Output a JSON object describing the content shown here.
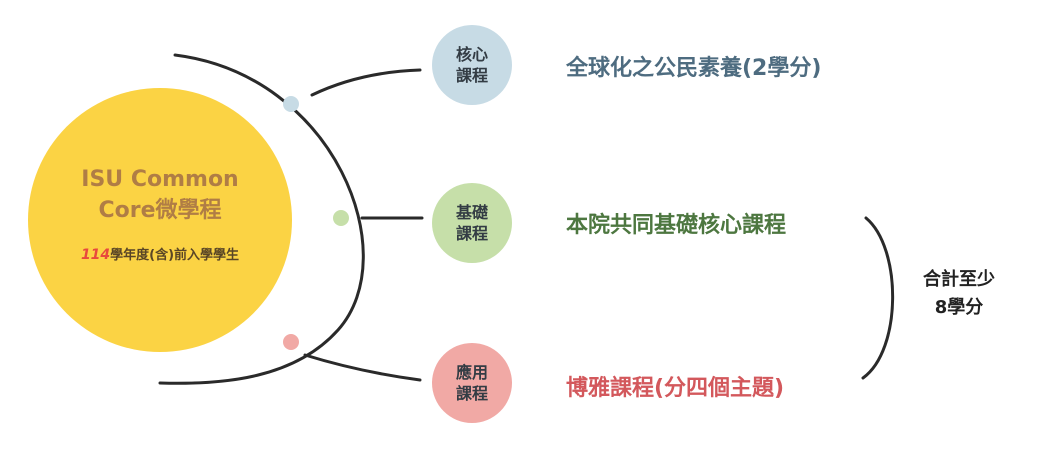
{
  "colors": {
    "main": "#fbd344",
    "core": "#c7dbe5",
    "base": "#c6dfa9",
    "app": "#f1a9a5",
    "core_text": "#4e6c80",
    "base_text": "#4d7740",
    "app_text": "#d3585c",
    "line": "#2a2a2a"
  },
  "main": {
    "title_line1": "ISU Common",
    "title_line2": "Core微學程",
    "subtitle_year": "114",
    "subtitle_rest": "學年度(含)前入學學生"
  },
  "categories": [
    {
      "key": "core",
      "line1": "核心",
      "line2": "課程",
      "label": "全球化之公民素養(2學分)"
    },
    {
      "key": "base",
      "line1": "基礎",
      "line2": "課程",
      "label": "本院共同基礎核心課程"
    },
    {
      "key": "app",
      "line1": "應用",
      "line2": "課程",
      "label": "博雅課程(分四個主題)"
    }
  ],
  "total": {
    "line1": "合計至少",
    "line2": "8學分"
  }
}
